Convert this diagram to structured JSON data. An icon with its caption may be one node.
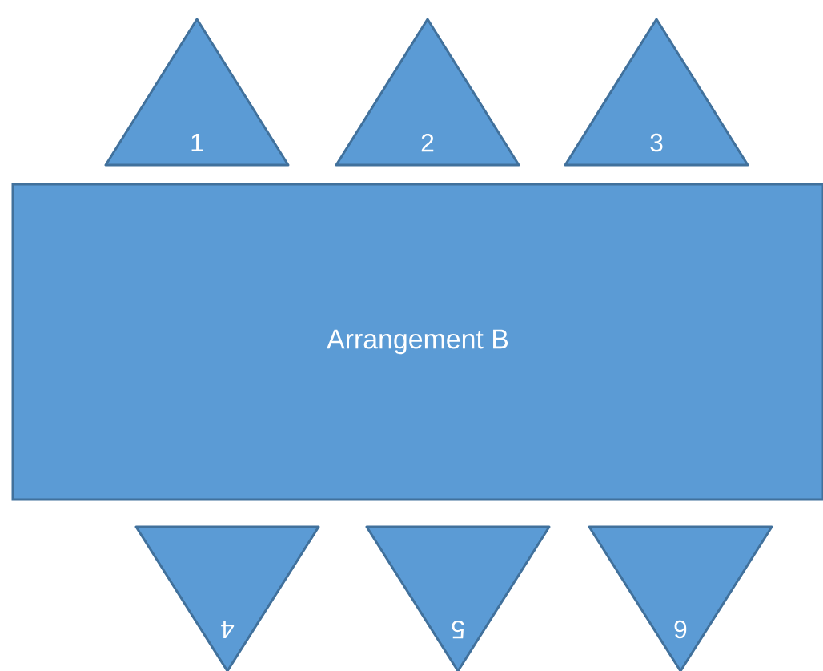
{
  "diagram": {
    "nodes": [
      {
        "text": [
          "Arrangement B"
        ]
      },
      {
        "text": [
          "1"
        ]
      },
      {
        "text": [
          "2"
        ]
      },
      {
        "text": [
          "3"
        ]
      },
      {
        "text": [
          "4"
        ]
      },
      {
        "text": [
          "5"
        ]
      },
      {
        "text": [
          "6"
        ]
      }
    ]
  }
}
